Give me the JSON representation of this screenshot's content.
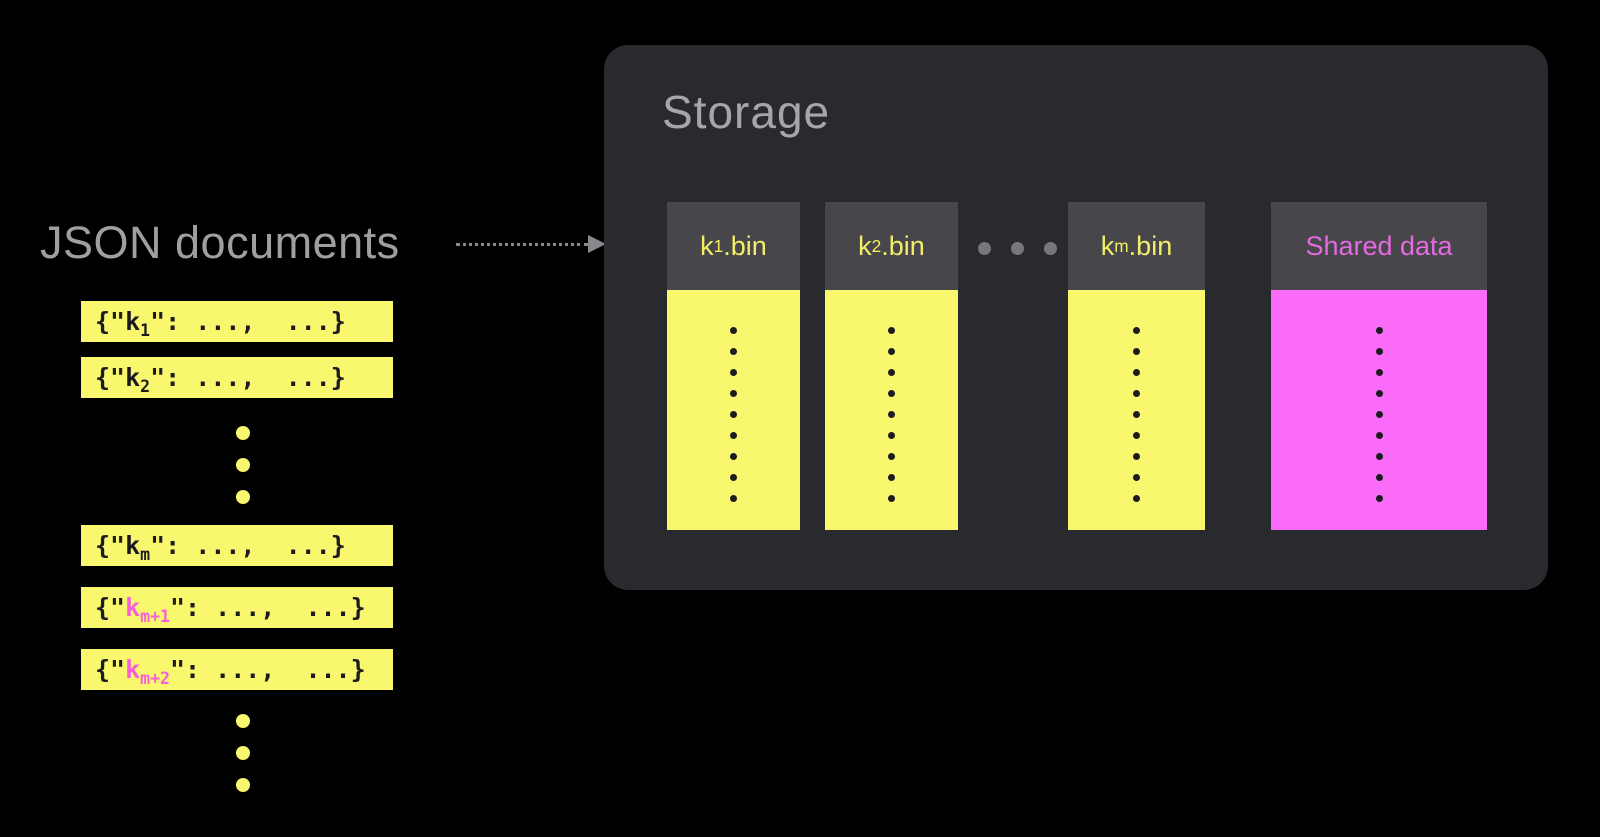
{
  "json_documents": {
    "title": "JSON documents",
    "rows": [
      {
        "prefix": "{\"",
        "key": "k",
        "sub": "1",
        "suffix": "\": ...,  ...}",
        "highlight": false
      },
      {
        "prefix": "{\"",
        "key": "k",
        "sub": "2",
        "suffix": "\": ...,  ...}",
        "highlight": false
      },
      {
        "prefix": "{\"",
        "key": "k",
        "sub": "m",
        "suffix": "\": ...,  ...}",
        "highlight": false
      },
      {
        "prefix": "{\"",
        "key": "k",
        "sub": "m+1",
        "suffix": "\": ...,  ...}",
        "highlight": true
      },
      {
        "prefix": "{\"",
        "key": "k",
        "sub": "m+2",
        "suffix": "\": ...,  ...}",
        "highlight": true
      }
    ],
    "ellipsis_count": 3
  },
  "storage": {
    "title": "Storage",
    "bins": [
      {
        "key": "k",
        "sub": "1",
        "ext": ".bin"
      },
      {
        "key": "k",
        "sub": "2",
        "ext": ".bin"
      },
      {
        "key": "k",
        "sub": "m",
        "ext": ".bin"
      }
    ],
    "shared": {
      "label": "Shared data"
    },
    "ellipsis_count": 3,
    "column_dot_count": 9
  },
  "colors": {
    "bg": "#000000",
    "panel": "#292a2e",
    "header": "#47474b",
    "yellow": "#f9f76e",
    "magenta": "#fa6bfa",
    "ink": "#1c1c1e",
    "pink": "#f65fd8",
    "bin_label": "#f2ee66",
    "shared_label": "#e569e0",
    "title_gray": "#9da0a3",
    "storage_title": "#a6a6a9",
    "arrow_gray": "#88888b",
    "hdot_gray": "#7b757e"
  }
}
